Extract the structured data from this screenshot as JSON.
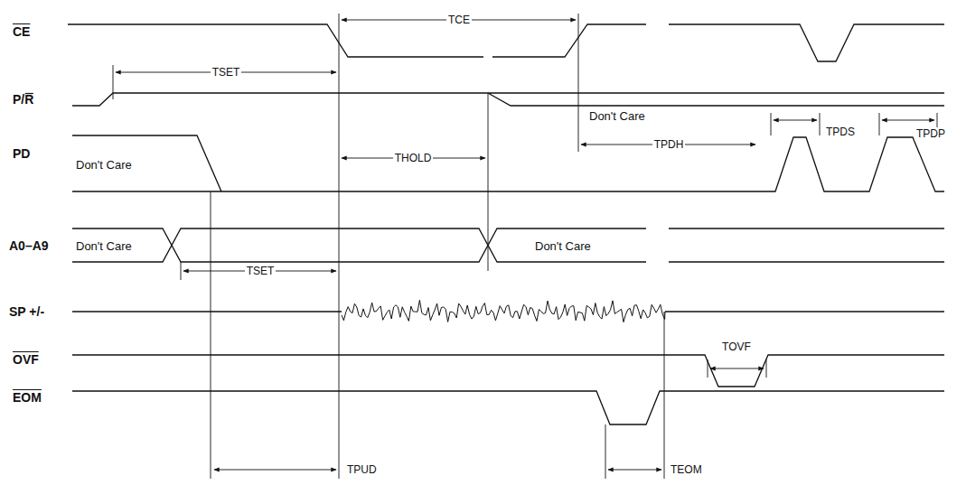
{
  "diagram": {
    "labels": [
      "CE",
      "P/R",
      "PD",
      "A0–A9",
      "SP +/-",
      "OVF",
      "EOM",
      "TCE",
      "TSET",
      "Don't Care",
      "TPDH",
      "TPDS",
      "TPDP",
      "Don't Care",
      "THOLD",
      "Don't Care",
      "Don't Care",
      "TSET",
      "TOVF",
      "TPUD",
      "TEOM"
    ]
  }
}
